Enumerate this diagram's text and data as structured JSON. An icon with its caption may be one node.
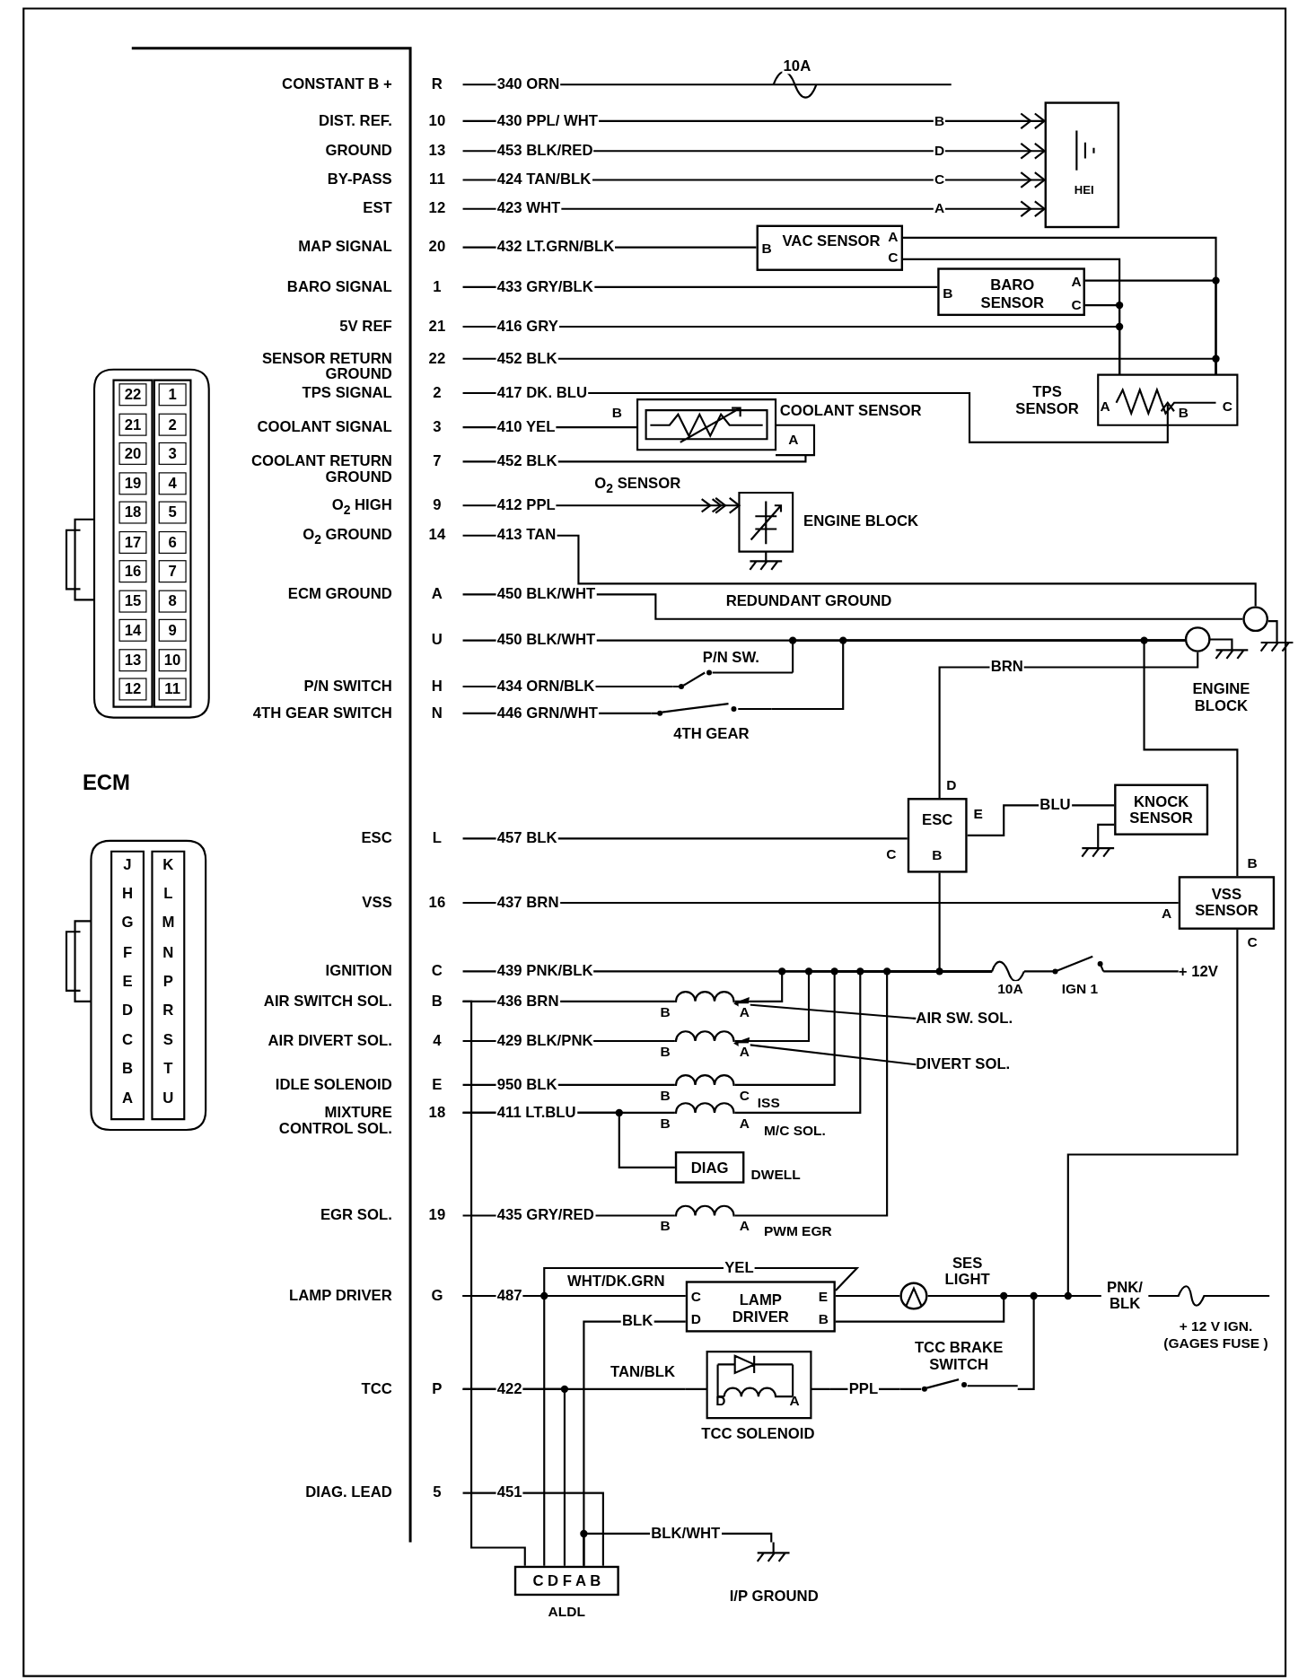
{
  "diagram": {
    "nodes": [
      {
        "text": [
          "ECM"
        ]
      },
      {
        "text": [
          "HEI"
        ],
        "beside": [
          "B",
          "D",
          "C",
          "A"
        ]
      },
      {
        "text": [
          "B",
          "VAC SENSOR",
          "A",
          "C"
        ]
      },
      {
        "text": [
          "B",
          "BARO SENSOR",
          "A",
          "C"
        ]
      },
      {
        "text": [
          "TPS SENSOR",
          "A",
          "B",
          "C"
        ]
      },
      {
        "text": [
          "COOLANT SENSOR",
          "A"
        ],
        "beside": [
          "B"
        ]
      },
      {
        "text": [
          "O$_{2}$ SENSOR",
          "ENGINE BLOCK"
        ]
      },
      {
        "text": [],
        "shape": "circle"
      },
      {
        "text": [
          "ENGINE BLOCK"
        ]
      },
      {
        "text": [
          "P/N SW."
        ]
      },
      {
        "text": [
          "4TH GEAR"
        ]
      },
      {
        "text": [
          "ESC",
          "B"
        ],
        "beside": [
          "D",
          "E",
          "C"
        ]
      },
      {
        "text": [
          "KNOCK SENSOR"
        ]
      },
      {
        "text": [
          "VSS SENSOR"
        ],
        "beside": [
          "B",
          "A",
          "C"
        ]
      },
      {
        "text": [
          "+ 12V"
        ]
      },
      {
        "text": [],
        "shape": "coil",
        "beside": [
          "B",
          "A"
        ]
      },
      {
        "text": [],
        "shape": "coil",
        "beside": [
          "B",
          "A"
        ]
      },
      {
        "text": [],
        "shape": "coil",
        "beside": [
          "B",
          "C",
          "ISS"
        ]
      },
      {
        "text": [],
        "shape": "coil",
        "beside": [
          "B",
          "A",
          "M/C SOL."
        ]
      },
      {
        "text": [],
        "shape": "coil",
        "beside": [
          "B",
          "A",
          "PWM EGR"
        ]
      },
      {
        "text": [
          "AIR SW. SOL."
        ]
      },
      {
        "text": [
          "DIVERT SOL."
        ]
      },
      {
        "text": [
          "DIAG"
        ],
        "beside": [
          "DWELL"
        ]
      },
      {
        "text": [
          "C",
          "D",
          "LAMP DRIVER",
          "E",
          "B"
        ]
      },
      {
        "text": [],
        "shape": "circle",
        "beside": [
          "SES LIGHT"
        ]
      },
      {
        "text": [
          "D",
          "A",
          "TCC SOLENOID"
        ]
      },
      {
        "text": [
          "TCC BRAKE SWITCH"
        ]
      },
      {
        "text": [
          "+ 12 V IGN. (GAGES FUSE )"
        ]
      },
      {
        "text": [
          "C D F A B"
        ],
        "beside": [
          "ALDL"
        ]
      },
      {
        "text": [
          "I/P GROUND"
        ]
      },
      {
        "text": [],
        "shape": "fuse",
        "beside": [
          "10A"
        ]
      },
      {
        "text": [],
        "shape": "switch",
        "beside": [
          "IGN 1"
        ]
      }
    ],
    "edges": [
      {
        "from": 0,
        "to": null,
        "arrow": "none",
        "label": "340 ORN"
      },
      {
        "from": 0,
        "to": 1,
        "arrow": "to",
        "label": "430 PPL/ WHT"
      },
      {
        "from": 0,
        "to": 1,
        "arrow": "to",
        "label": "453 BLK/RED"
      },
      {
        "from": 0,
        "to": 1,
        "arrow": "to",
        "label": "424 TAN/BLK"
      },
      {
        "from": 0,
        "to": 1,
        "arrow": "to",
        "label": "423 WHT"
      },
      {
        "from": 0,
        "to": 2,
        "arrow": "none",
        "label": "432 LT.GRN/BLK"
      },
      {
        "from": 0,
        "to": 3,
        "arrow": "none",
        "label": "433 GRY/BLK"
      },
      {
        "from": 0,
        "to": 4,
        "arrow": "none",
        "label": "416 GRY"
      },
      {
        "from": 0,
        "to": 4,
        "arrow": "none",
        "label": "452 BLK"
      },
      {
        "from": 0,
        "to": 4,
        "arrow": "none",
        "label": "417 DK. BLU"
      },
      {
        "from": 0,
        "to": 5,
        "arrow": "none",
        "label": "410 YEL"
      },
      {
        "from": 0,
        "to": 5,
        "arrow": "none",
        "label": "452 BLK"
      },
      {
        "from": 0,
        "to": 6,
        "arrow": "to",
        "label": "412 PPL"
      },
      {
        "from": 0,
        "to": 7,
        "arrow": "none",
        "label": "413 TAN"
      },
      {
        "from": 0,
        "to": 7,
        "arrow": "none",
        "label": "450 BLK/WHT"
      },
      {
        "from": 0,
        "to": 8,
        "arrow": "none",
        "label": "450 BLK/WHT"
      },
      {
        "from": 0,
        "to": 9,
        "arrow": "none",
        "label": "434 ORN/BLK"
      },
      {
        "from": 9,
        "to": 8,
        "arrow": "none"
      },
      {
        "from": 0,
        "to": 10,
        "arrow": "none",
        "label": "446 GRN/WHT"
      },
      {
        "from": 10,
        "to": 8,
        "arrow": "none"
      },
      {
        "from": 11,
        "to": 8,
        "arrow": "none",
        "label": "BRN"
      },
      {
        "from": 13,
        "to": 8,
        "arrow": "none"
      },
      {
        "from": 0,
        "to": 11,
        "arrow": "none",
        "label": "457 BLK"
      },
      {
        "from": 11,
        "to": 12,
        "arrow": "none",
        "label": "BLU"
      },
      {
        "from": 0,
        "to": 13,
        "arrow": "none",
        "label": "437 BRN"
      },
      {
        "from": 0,
        "to": 30,
        "arrow": "none",
        "label": "439 PNK/BLK"
      },
      {
        "from": 11,
        "to": 30,
        "arrow": "none"
      },
      {
        "from": 0,
        "to": 15,
        "arrow": "none",
        "label": "436 BRN"
      },
      {
        "from": 15,
        "to": 30,
        "arrow": "none"
      },
      {
        "from": 0,
        "to": 16,
        "arrow": "none",
        "label": "429 BLK/PNK"
      },
      {
        "from": 16,
        "to": 30,
        "arrow": "none"
      },
      {
        "from": 0,
        "to": 17,
        "arrow": "none",
        "label": "950 BLK"
      },
      {
        "from": 17,
        "to": 30,
        "arrow": "none"
      },
      {
        "from": 0,
        "to": 18,
        "arrow": "none",
        "label": "411 LT.BLU"
      },
      {
        "from": 0,
        "to": 22,
        "arrow": "none"
      },
      {
        "from": 18,
        "to": 30,
        "arrow": "none"
      },
      {
        "from": 0,
        "to": 19,
        "arrow": "none",
        "label": "435 GRY/RED"
      },
      {
        "from": 19,
        "to": 30,
        "arrow": "none"
      },
      {
        "from": 20,
        "to": 15,
        "arrow": "to"
      },
      {
        "from": 21,
        "to": 16,
        "arrow": "to"
      },
      {
        "from": 0,
        "to": 23,
        "arrow": "none",
        "label": "487"
      },
      {
        "from": 0,
        "to": 28,
        "arrow": "none"
      },
      {
        "from": 0,
        "to": 23,
        "arrow": "none",
        "label": "YEL"
      },
      {
        "from": 23,
        "to": 28,
        "arrow": "none",
        "label": "BLK"
      },
      {
        "from": 0,
        "to": 25,
        "arrow": "none",
        "label": "422"
      },
      {
        "from": 0,
        "to": 28,
        "arrow": "none"
      },
      {
        "from": 25,
        "to": 26,
        "arrow": "none",
        "label": "PPL"
      },
      {
        "from": 26,
        "to": 27,
        "arrow": "none"
      },
      {
        "from": 23,
        "to": 24,
        "arrow": "none"
      },
      {
        "from": 24,
        "to": 27,
        "arrow": "none"
      },
      {
        "from": 23,
        "to": 27,
        "arrow": "none"
      },
      {
        "from": 13,
        "to": 27,
        "arrow": "none"
      },
      {
        "from": 0,
        "to": 28,
        "arrow": "none",
        "label": "451"
      },
      {
        "from": 28,
        "to": 29,
        "arrow": "none",
        "label": "BLK/WHT"
      },
      {
        "from": 2,
        "to": 4,
        "arrow": "none"
      },
      {
        "from": 3,
        "to": 4,
        "arrow": "none"
      },
      {
        "from": 2,
        "to": 4,
        "arrow": "none"
      },
      {
        "from": 3,
        "to": 4,
        "arrow": "none"
      },
      {
        "from": 0,
        "to": 28,
        "arrow": "none"
      },
      {
        "from": 30,
        "to": 31,
        "arrow": "none"
      },
      {
        "from": 31,
        "to": 14,
        "arrow": "none"
      }
    ],
    "labels": [
      "CONSTANT B +",
      "R",
      "DIST. REF.",
      "10",
      "GROUND",
      "13",
      "BY-PASS",
      "11",
      "EST",
      "12",
      "MAP SIGNAL",
      "20",
      "BARO SIGNAL",
      "1",
      "5V REF",
      "21",
      "SENSOR RETURN GROUND",
      "22",
      "TPS SIGNAL",
      "2",
      "COOLANT SIGNAL",
      "3",
      "COOLANT RETURN GROUND",
      "7",
      "O$_{2}$ HIGH",
      "9",
      "O$_{2}$ GROUND",
      "14",
      "ECM GROUND",
      "A",
      "U",
      "P/N SWITCH",
      "H",
      "4TH GEAR SWITCH",
      "N",
      "ESC",
      "L",
      "VSS",
      "16",
      "IGNITION",
      "C",
      "AIR SWITCH SOL.",
      "B",
      "AIR DIVERT SOL.",
      "4",
      "IDLE SOLENOID",
      "E",
      "MIXTURE CONTROL SOL.",
      "18",
      "EGR  SOL.",
      "19",
      "LAMP DRIVER",
      "G",
      "TCC",
      "P",
      "DIAG. LEAD",
      "5",
      "22",
      "1",
      "21",
      "2",
      "20",
      "3",
      "19",
      "4",
      "18",
      "5",
      "17",
      "6",
      "16",
      "7",
      "15",
      "8",
      "14",
      "9",
      "13",
      "10",
      "12",
      "11",
      "J",
      "K",
      "H",
      "L",
      "G",
      "M",
      "F",
      "N",
      "E",
      "P",
      "D",
      "R",
      "C",
      "S",
      "B",
      "T",
      "A",
      "U",
      "10A",
      "REDUNDANT GROUND",
      "WHT/DK.GRN",
      "TAN/BLK",
      "PNK/ BLK"
    ]
  }
}
